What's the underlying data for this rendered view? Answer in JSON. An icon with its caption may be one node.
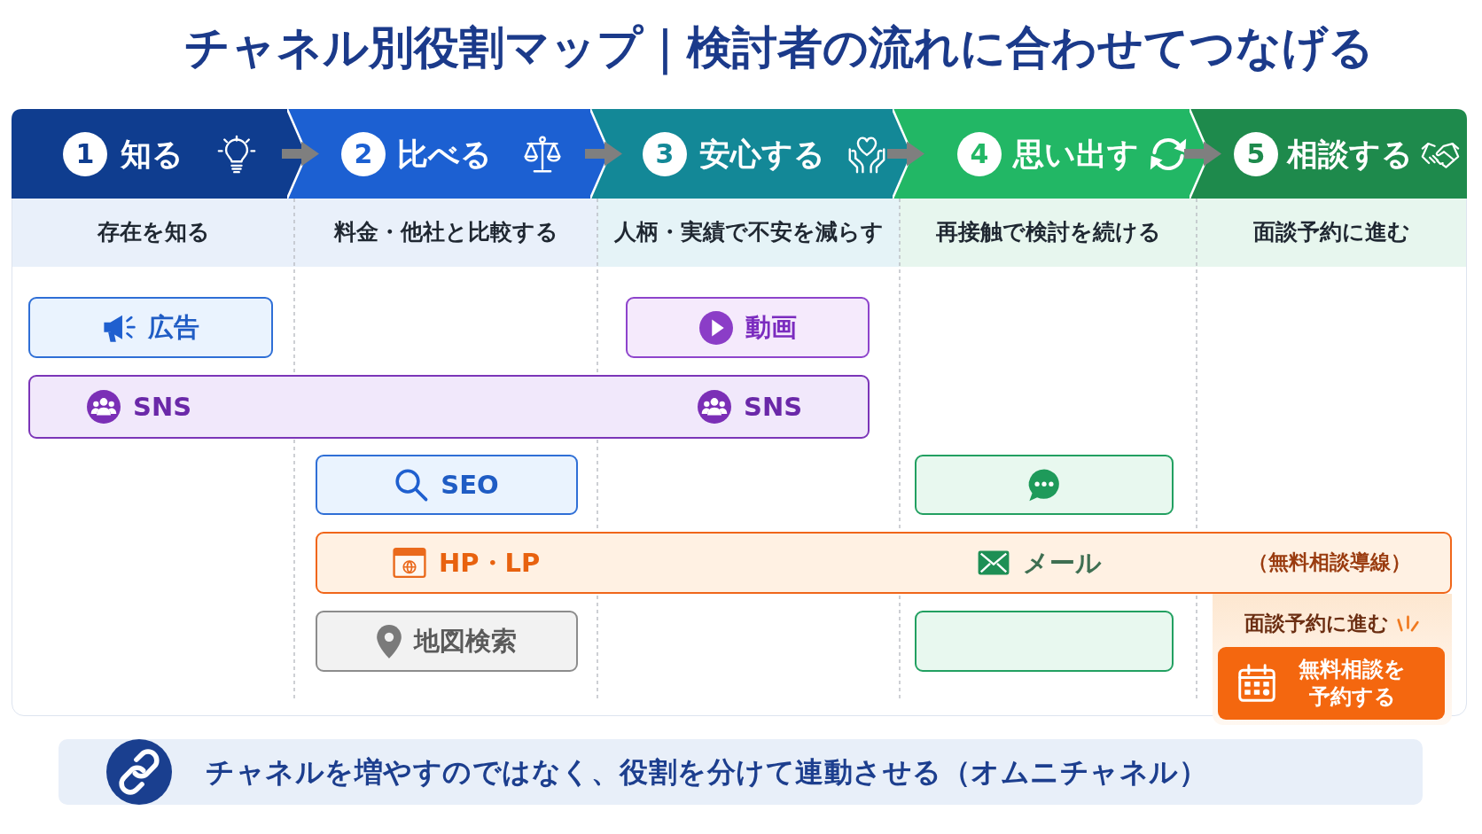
{
  "diagram": {
    "title": "チャネル別役割マップ｜検討者の流れに合わせてつなげる",
    "nodes": [
      {
        "text": [
          "1",
          "知る"
        ]
      },
      {
        "text": [
          "2",
          "比べる"
        ]
      },
      {
        "text": [
          "3",
          "安心する"
        ]
      },
      {
        "text": [
          "4",
          "思い出す"
        ]
      },
      {
        "text": [
          "5",
          "相談する"
        ]
      },
      {
        "text": [
          "存在を知る"
        ]
      },
      {
        "text": [
          "料金・他社と比較する"
        ]
      },
      {
        "text": [
          "人柄・実績で不安を減らす"
        ]
      },
      {
        "text": [
          "再接触で検討を続ける"
        ]
      },
      {
        "text": [
          "面談予約に進む"
        ]
      },
      {
        "text": [
          "広告"
        ]
      },
      {
        "text": [
          "動画"
        ]
      },
      {
        "text": [
          "SNS",
          "SNS"
        ]
      },
      {
        "text": [
          "SEO"
        ]
      },
      {
        "text": [],
        "shape": "box"
      },
      {
        "text": [
          "HP・LP",
          "メール",
          "（無料相談導線）"
        ]
      },
      {
        "text": [
          "地図検索"
        ]
      },
      {
        "text": [],
        "shape": "box"
      },
      {
        "text": [
          "面談予約に進む"
        ]
      },
      {
        "text": [
          "無料相談を予約する"
        ],
        "in": 18
      },
      {
        "text": [
          "チャネルを増やすのではなく、役割を分けて連動させる（オムニチャネル）"
        ]
      }
    ],
    "edges": [
      {
        "from": 0,
        "to": 1,
        "arrow": "to"
      },
      {
        "from": 1,
        "to": 2,
        "arrow": "to"
      },
      {
        "from": 2,
        "to": 3,
        "arrow": "to"
      },
      {
        "from": 3,
        "to": 4,
        "arrow": "to"
      }
    ]
  }
}
